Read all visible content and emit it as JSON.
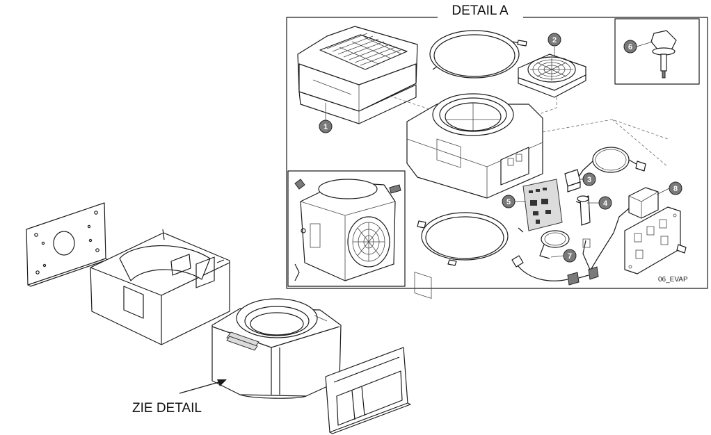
{
  "detail_title": "DETAIL A",
  "zie_label": "ZIE DETAIL",
  "drawing_code": "06_EVAP",
  "callouts": [
    "1",
    "2",
    "3",
    "4",
    "5",
    "6",
    "7",
    "8"
  ]
}
